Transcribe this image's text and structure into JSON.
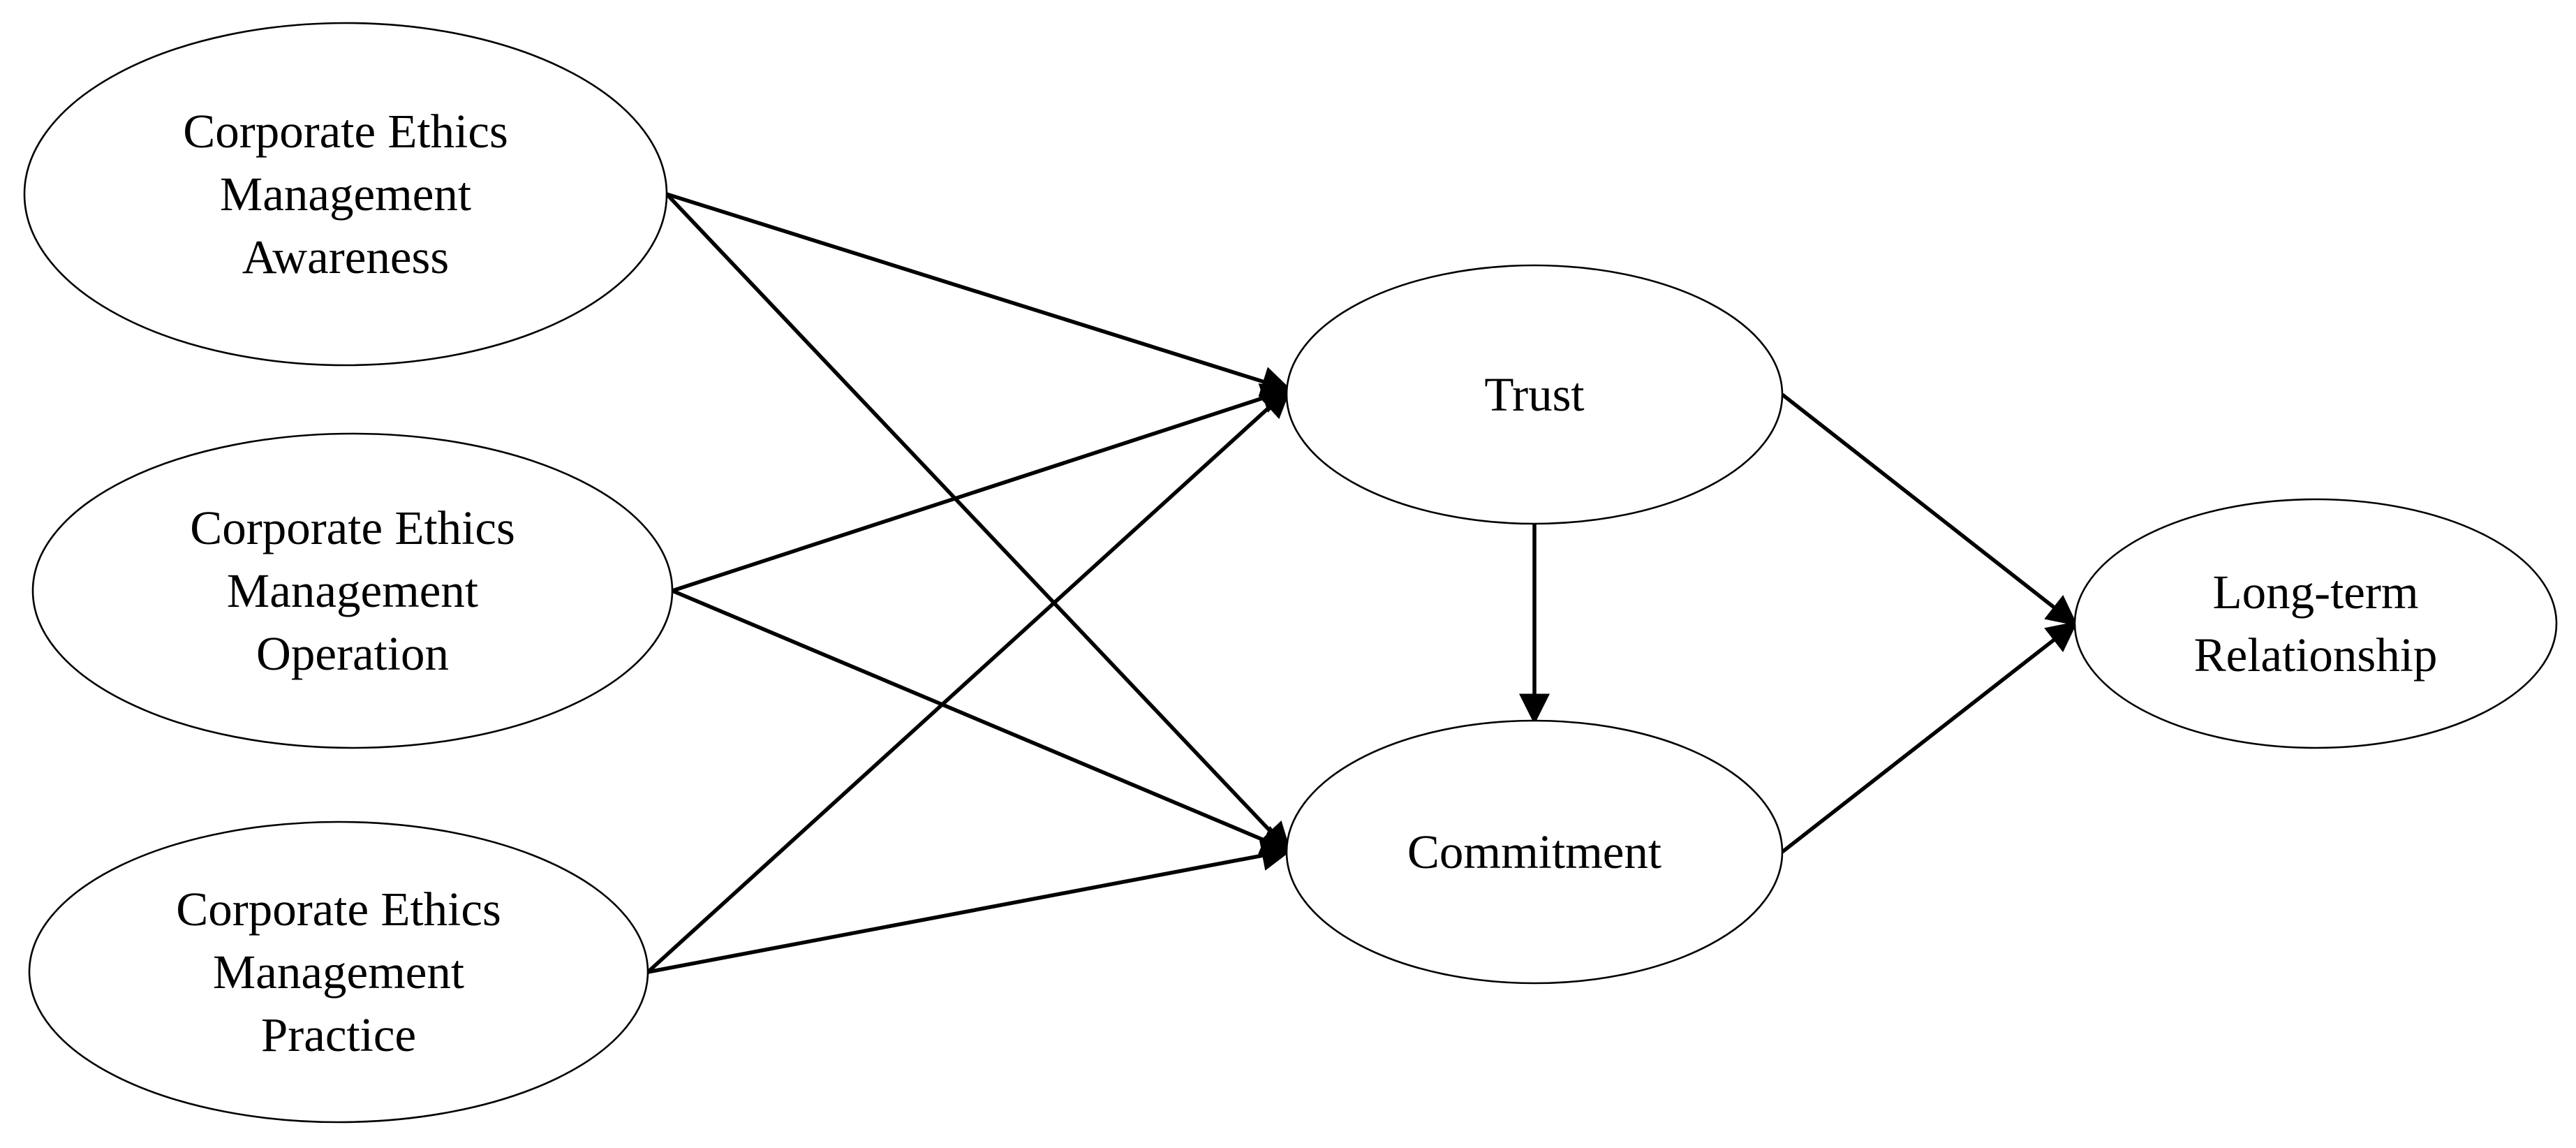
{
  "diagram": {
    "nodes": [
      {
        "id": "awareness",
        "lines": [
          "Corporate Ethics",
          "Management",
          "Awareness"
        ]
      },
      {
        "id": "operation",
        "lines": [
          "Corporate Ethics",
          "Management",
          "Operation"
        ]
      },
      {
        "id": "practice",
        "lines": [
          "Corporate Ethics",
          "Management",
          "Practice"
        ]
      },
      {
        "id": "trust",
        "lines": [
          "Trust"
        ]
      },
      {
        "id": "commitment",
        "lines": [
          "Commitment"
        ]
      },
      {
        "id": "long-term",
        "lines": [
          "Long-term",
          "Relationship"
        ]
      }
    ],
    "edges": [
      {
        "from": "awareness",
        "to": "trust"
      },
      {
        "from": "awareness",
        "to": "commitment"
      },
      {
        "from": "operation",
        "to": "trust"
      },
      {
        "from": "operation",
        "to": "commitment"
      },
      {
        "from": "practice",
        "to": "trust"
      },
      {
        "from": "practice",
        "to": "commitment"
      },
      {
        "from": "trust",
        "to": "commitment"
      },
      {
        "from": "trust",
        "to": "long-term"
      },
      {
        "from": "commitment",
        "to": "long-term"
      }
    ]
  }
}
